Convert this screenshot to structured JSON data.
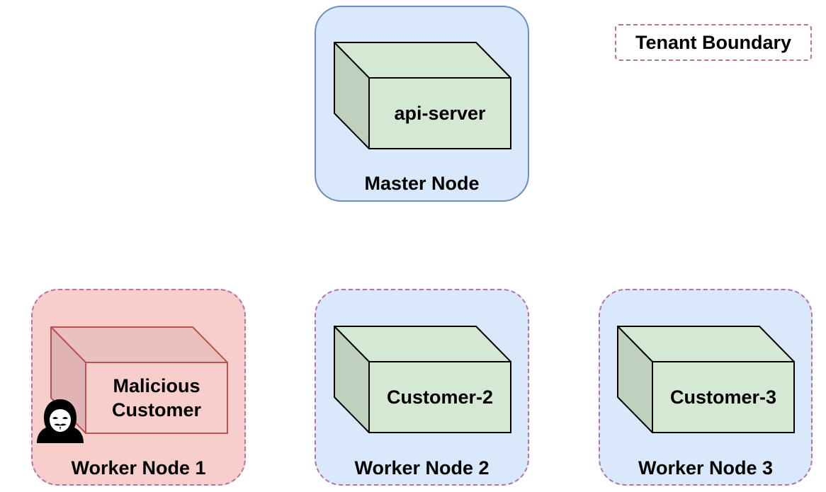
{
  "legend": {
    "label": "Tenant Boundary"
  },
  "master": {
    "label": "Master Node",
    "component": "api-server"
  },
  "workers": [
    {
      "label": "Worker Node 1",
      "component_line1": "Malicious",
      "component_line2": "Customer",
      "malicious": true
    },
    {
      "label": "Worker Node 2",
      "component": "Customer-2",
      "malicious": false
    },
    {
      "label": "Worker Node 3",
      "component": "Customer-3",
      "malicious": false
    }
  ],
  "colors": {
    "node_fill": "#dae8fc",
    "node_stroke": "#6c8ebf",
    "tenant_boundary": "#b5739d",
    "malicious_fill": "#f8cecc",
    "malicious_stroke": "#b85450",
    "box_front": "#d5e8d4",
    "box_side": "#bfd1be",
    "box_top": "#d5e8d4"
  },
  "icons": {
    "malicious_actor": "hacker-icon"
  }
}
